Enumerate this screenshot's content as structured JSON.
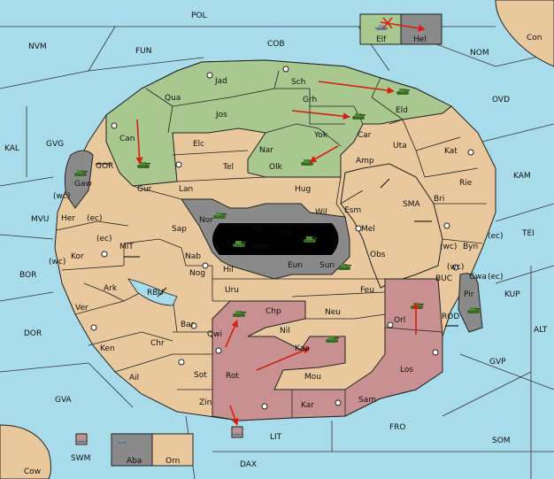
{
  "colors": {
    "sea": "#a8dcea",
    "land": "#e8c89c",
    "green_power": "#a8c890",
    "rose_power": "#c89090",
    "grey_power": "#8a8a8a",
    "arrow": "#d42010"
  },
  "seas": {
    "POL": "POL",
    "COB": "COB",
    "FUN": "FUN",
    "NVM": "NVM",
    "NOM": "NOM",
    "Con": "Con",
    "OVD": "OVD",
    "KAL": "KAL",
    "GVG": "GVG",
    "KAM": "KAM",
    "TEI": "TEI",
    "MVU": "MVU",
    "BOR": "BOR",
    "DOR": "DOR",
    "GVA": "GVA",
    "ALT": "ALT",
    "KUP": "KUP",
    "GVP": "GVP",
    "SOM": "SOM",
    "FRO": "FRO",
    "LIT": "LIT",
    "DAX": "DAX",
    "SWM": "SWM",
    "Cow": "Cow",
    "SMA": "SMA",
    "MIT": "MIT",
    "GOR": "GOR",
    "RBU": "RBU",
    "BUC": "BUC",
    "ROD": "ROD"
  },
  "provinces": {
    "Jad": "Jad",
    "Sch": "Sch",
    "Qua": "Qua",
    "Jos": "Jos",
    "Grh": "Grh",
    "Eld": "Eld",
    "Can": "Can",
    "Elc": "Elc",
    "Yok": "Yok",
    "Car": "Car",
    "Uta": "Uta",
    "Nar": "Nar",
    "Olk": "Olk",
    "Amp": "Amp",
    "Kat": "Kat",
    "Gur": "Gur",
    "Tel": "Tel",
    "Lan": "Lan",
    "Hug": "Hug",
    "Gaw": "Gaw",
    "Rie": "Rie",
    "Bri": "Bri",
    "Nor": "Nor",
    "Wil": "Wil",
    "Esm": "Esm",
    "Her": "Her",
    "Sap": "Sap",
    "Skr": "Skr",
    "Ost": "Ost",
    "Mel": "Mel",
    "Web": "Web",
    "Byn": "Byn",
    "Kor": "Kor",
    "Nab": "Nab",
    "Eun": "Eun",
    "Sun": "Sun",
    "Obs": "Obs",
    "Hil": "Hil",
    "Gwa": "Gwa",
    "Nog": "Nog",
    "Ark": "Ark",
    "Uru": "Uru",
    "Feu": "Feu",
    "Pir": "Pir",
    "Ver": "Ver",
    "Bar": "Bar",
    "Chp": "Chp",
    "Neu": "Neu",
    "Orl": "Orl",
    "Qwi": "Qwi",
    "Nil": "Nil",
    "Ken": "Ken",
    "Chr": "Chr",
    "Kaa": "Kaa",
    "Rot": "Rot",
    "Ail": "Ail",
    "Sot": "Sot",
    "Mou": "Mou",
    "Los": "Los",
    "Zin": "Zin",
    "Kar": "Kar",
    "Sam": "Sam",
    "Elf": "Elf",
    "Hel": "Hel",
    "Aba": "Aba",
    "Orn": "Orn"
  },
  "coasts": {
    "wc": "(wc)",
    "ec": "(ec)"
  }
}
